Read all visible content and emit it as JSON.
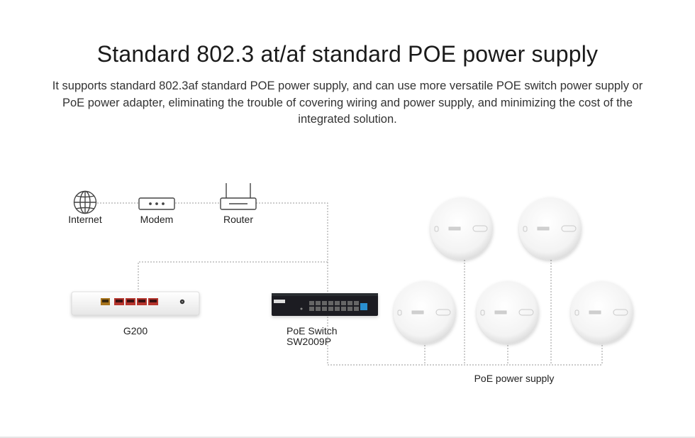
{
  "header": {
    "title": "Standard 802.3 at/af standard POE power supply",
    "description": "It supports standard 802.3af standard POE power supply, and can use more versatile POE switch power supply or PoE power adapter, eliminating the trouble of covering wiring and power supply, and minimizing the cost of the integrated solution."
  },
  "diagram": {
    "internet_label": "Internet",
    "modem_label": "Modem",
    "router_label": "Router",
    "gateway_label": "G200",
    "switch_label_line1": "PoE Switch",
    "switch_label_line2": "SW2009P",
    "poe_label": "PoE power supply"
  },
  "colors": {
    "port_red": "#b5342c",
    "switch_body": "#1e1f22",
    "dotted_line": "#9a9a9a",
    "device_white": "#f4f4f4"
  }
}
